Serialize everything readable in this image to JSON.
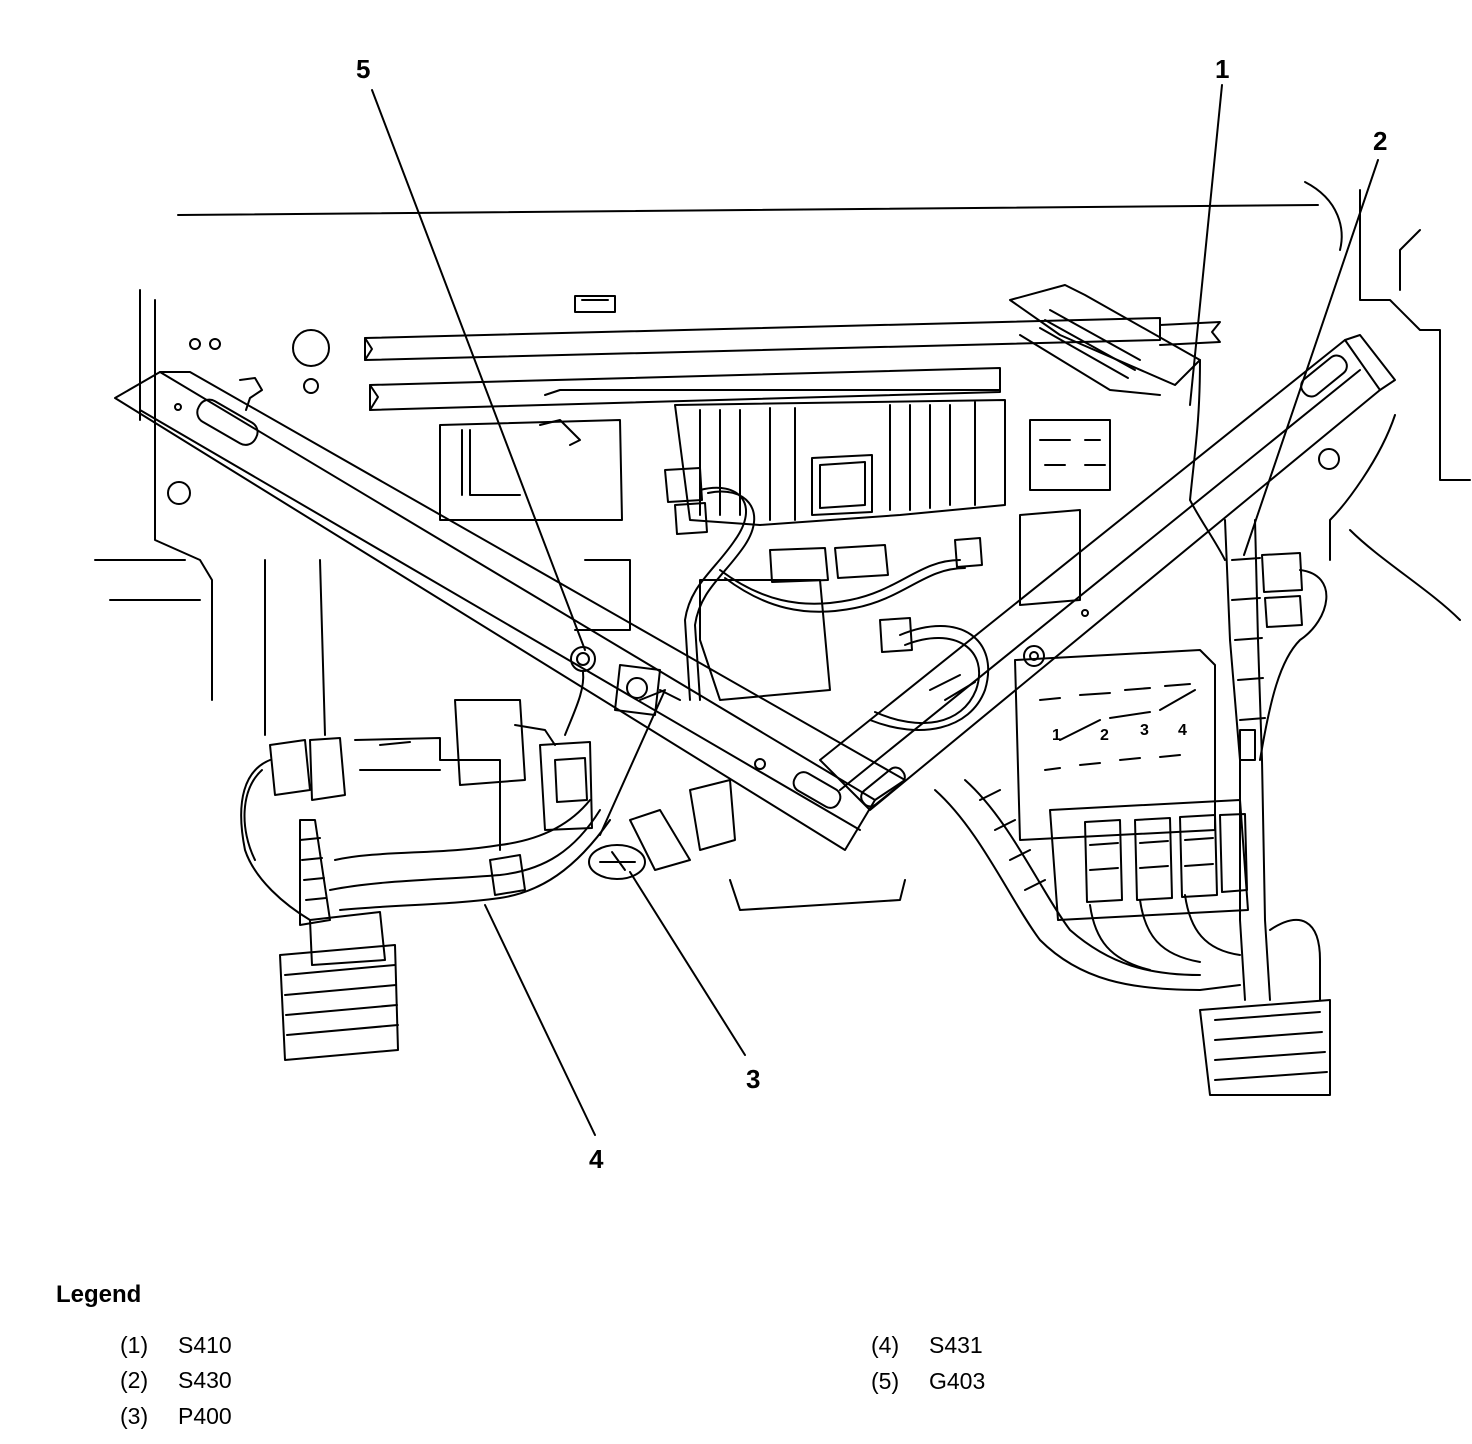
{
  "callouts": {
    "c1": "1",
    "c2": "2",
    "c3": "3",
    "c4": "4",
    "c5": "5"
  },
  "legend": {
    "title": "Legend",
    "items": [
      {
        "num": "(1)",
        "label": "S410"
      },
      {
        "num": "(2)",
        "label": "S430"
      },
      {
        "num": "(3)",
        "label": "P400"
      },
      {
        "num": "(4)",
        "label": "S431"
      },
      {
        "num": "(5)",
        "label": "G403"
      }
    ]
  },
  "connector_block_labels": [
    "1",
    "2",
    "3",
    "4"
  ],
  "colors": {
    "ink": "#000000",
    "paper": "#ffffff"
  }
}
